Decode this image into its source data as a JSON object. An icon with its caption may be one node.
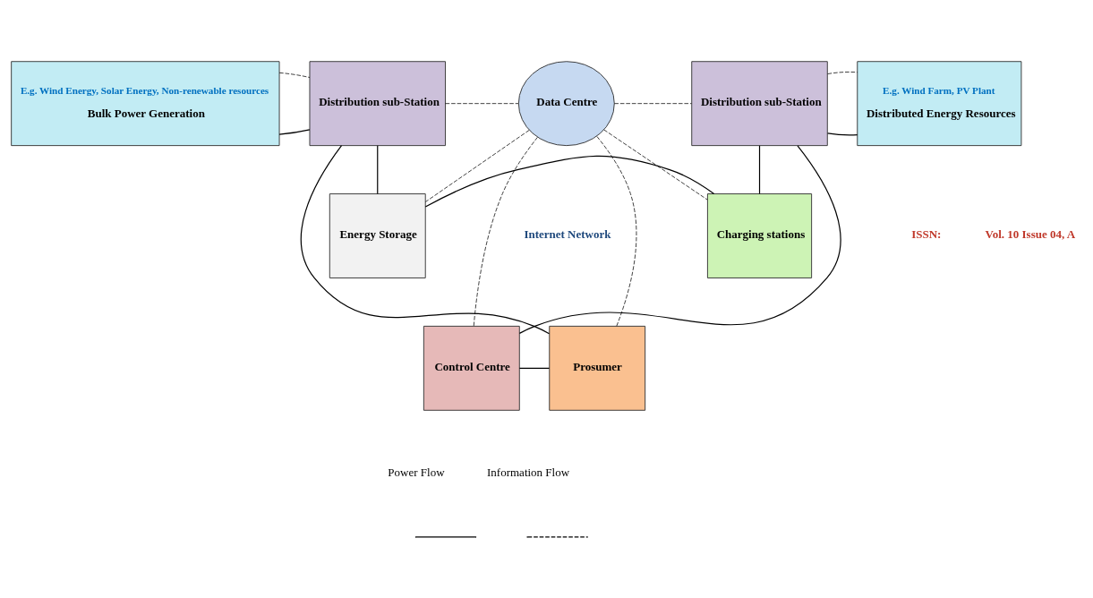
{
  "diagram": {
    "nodes": [
      {
        "text": [
          "E.g. Wind Energy, Solar Energy, Non-renewable resources",
          "Bulk Power Generation"
        ]
      },
      {
        "text": [
          "Distribution sub-Station"
        ]
      },
      {
        "text": [
          "Energy Storage"
        ]
      },
      {
        "text": [
          "Charging stations"
        ]
      },
      {
        "text": [
          "Data Centre"
        ]
      },
      {
        "text": [
          "Distribution sub-Station"
        ]
      },
      {
        "text": [
          "E.g. Wind Farm, PV Plant",
          "Distributed Energy Resources"
        ]
      },
      {
        "text": [
          "Prosumer"
        ]
      },
      {
        "text": [
          "Control Centre"
        ]
      }
    ],
    "edges": [
      {
        "from": 0,
        "to": 1,
        "arrow": "none"
      },
      {
        "from": 0,
        "to": 1,
        "arrow": "none",
        "style": "dashed"
      },
      {
        "from": 2,
        "to": 3,
        "arrow": "none"
      },
      {
        "from": 3,
        "to": 5,
        "arrow": "none"
      },
      {
        "from": 1,
        "to": 2,
        "arrow": "none"
      },
      {
        "from": 4,
        "to": 2,
        "arrow": "none",
        "style": "dashed"
      },
      {
        "from": 4,
        "to": 3,
        "arrow": "none",
        "style": "dashed"
      },
      {
        "from": 1,
        "to": 4,
        "arrow": "none",
        "style": "dashed"
      },
      {
        "from": 4,
        "to": 5,
        "arrow": "none",
        "style": "dashed"
      },
      {
        "from": 5,
        "to": 6,
        "arrow": "none"
      },
      {
        "from": 5,
        "to": 6,
        "arrow": "none",
        "style": "dashed"
      },
      {
        "from": 4,
        "to": 7,
        "arrow": "none",
        "style": "dashed"
      },
      {
        "from": 4,
        "to": 8,
        "arrow": "none",
        "style": "dashed"
      },
      {
        "from": 7,
        "to": 1,
        "arrow": "none"
      },
      {
        "from": 5,
        "to": 8,
        "arrow": "none"
      },
      {
        "from": 8,
        "to": 7,
        "arrow": "none"
      }
    ],
    "labels": [
      "ISSN:",
      "Vol. 10 Issue 04, A",
      "Internet Network"
    ],
    "legend": [
      {
        "text": "Power Flow"
      },
      {
        "text": "Information Flow"
      }
    ]
  }
}
